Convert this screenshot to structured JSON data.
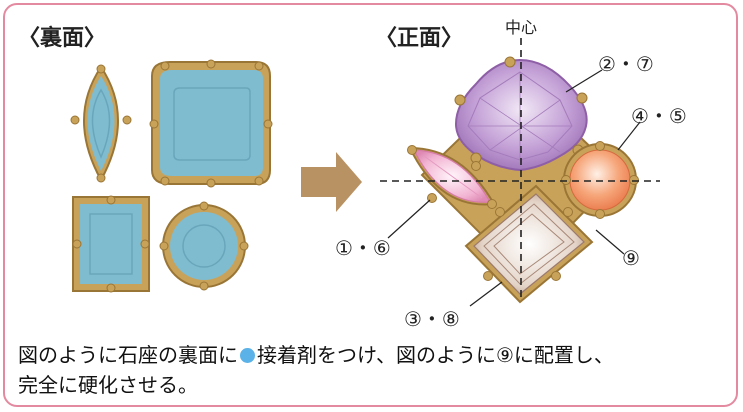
{
  "labels": {
    "back": "〈裏面〉",
    "front": "〈正面〉",
    "center": "中心"
  },
  "numbers": {
    "stones_2_7": "②・⑦",
    "stones_4_5": "④・⑤",
    "stones_1_6": "①・⑥",
    "setting_9": "⑨",
    "stones_3_8": "③・⑧"
  },
  "caption": {
    "line1_before": "図のように石座の裏面に",
    "line1_after": "接着剤をつけ、図のように⑨に配置し、",
    "line2": "完全に硬化させる。"
  },
  "colors": {
    "glue_blue": "#5bb2e8",
    "stone_back": "#7fbcd0",
    "setting_gold": "#c9a25a",
    "amethyst": "#b48bc8",
    "pink": "#f0a8c8",
    "orange": "#f39a6a",
    "beige": "#d8c6b8",
    "arrow": "#b99264",
    "frame": "#e48aa0"
  }
}
